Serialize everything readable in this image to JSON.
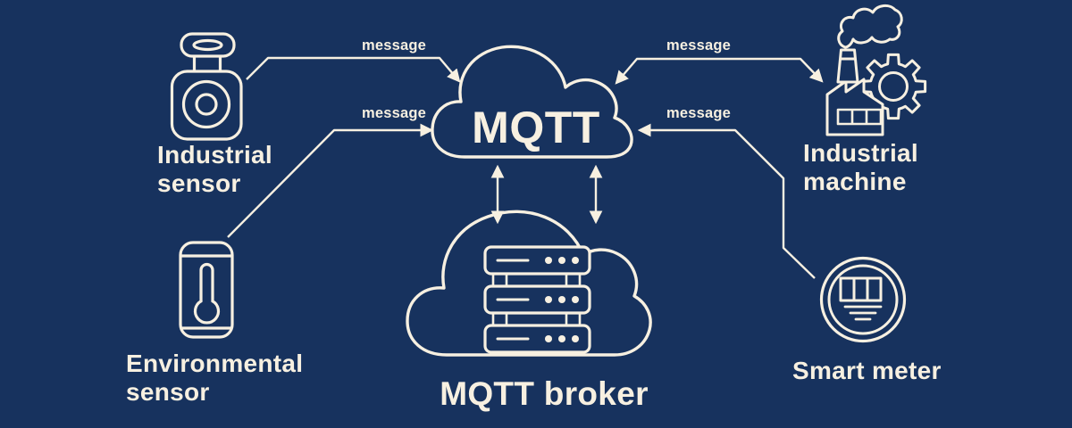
{
  "colors": {
    "background": "#17325E",
    "foreground": "#F7F0E1"
  },
  "cloud": {
    "title": "MQTT"
  },
  "broker": {
    "label": "MQTT broker"
  },
  "nodes": {
    "industrial_sensor": {
      "label": "Industrial\nsensor"
    },
    "environmental_sensor": {
      "label": "Environmental\nsensor"
    },
    "industrial_machine": {
      "label": "Industrial\nmachine"
    },
    "smart_meter": {
      "label": "Smart meter"
    }
  },
  "edges": {
    "industrial_sensor_to_mqtt": {
      "label": "message",
      "direction": "to-mqtt"
    },
    "environmental_sensor_to_mqtt": {
      "label": "message",
      "direction": "to-mqtt"
    },
    "industrial_machine_mqtt": {
      "label": "message",
      "direction": "bidirectional"
    },
    "smart_meter_to_mqtt": {
      "label": "message",
      "direction": "to-mqtt"
    },
    "mqtt_broker_left": {
      "direction": "bidirectional"
    },
    "mqtt_broker_right": {
      "direction": "bidirectional"
    }
  },
  "icons": {
    "industrial_sensor": "camera-sensor-icon",
    "environmental_sensor": "thermometer-device-icon",
    "industrial_machine": "factory-gear-icon",
    "smart_meter": "meter-dial-icon",
    "broker": "server-stack-icon",
    "cloud": "cloud-icon"
  }
}
